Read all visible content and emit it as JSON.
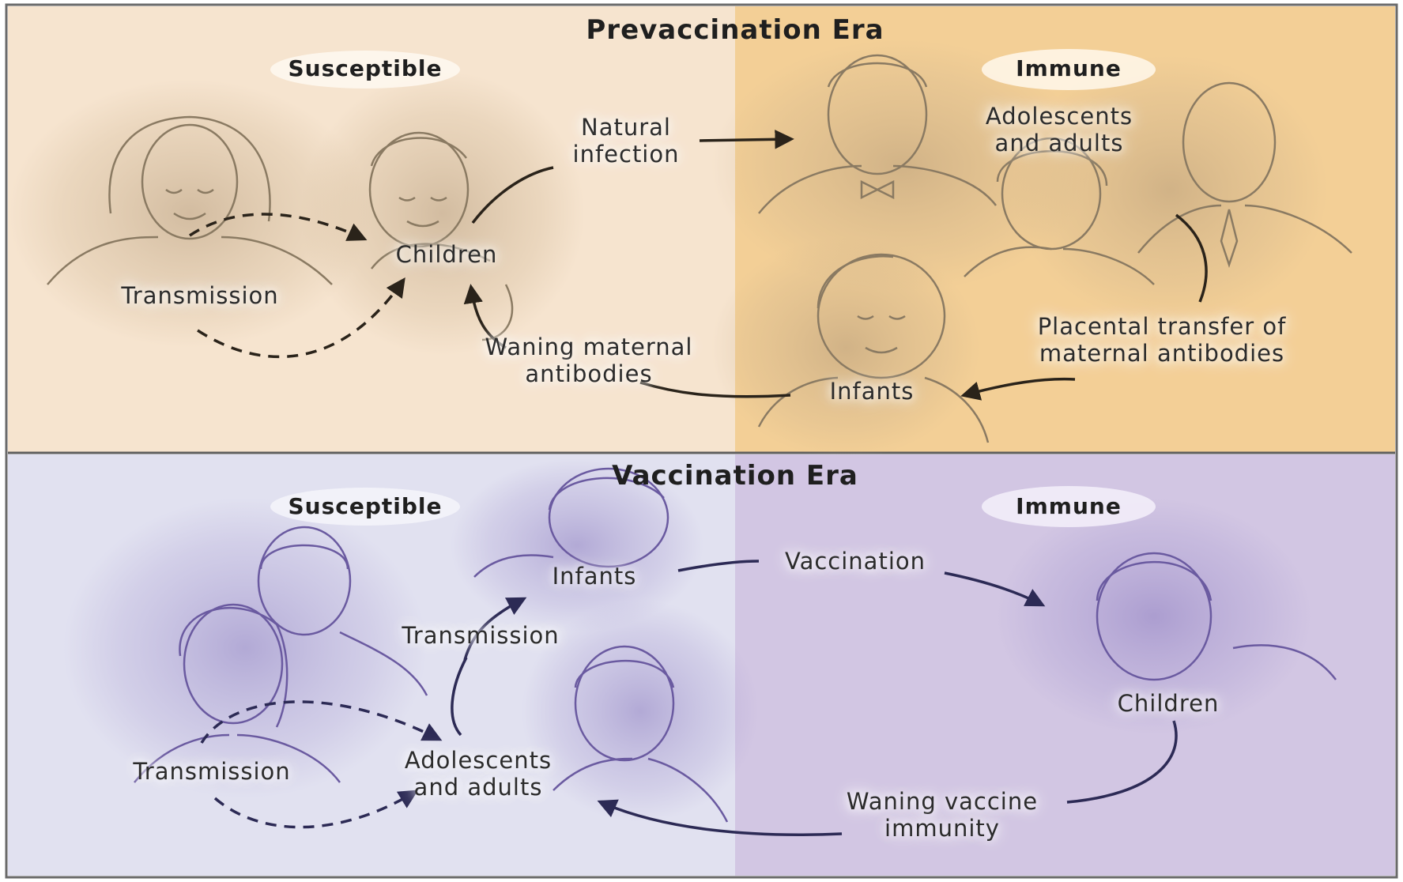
{
  "colors": {
    "prevacc_left": "#f6e4cf",
    "prevacc_right": "#f3cf96",
    "vacc_left": "#e1e1f0",
    "vacc_right": "#d2c6e3",
    "sketch_warm": "#8a7a62",
    "sketch_cool": "#6a5aa0",
    "arrow_warm": "#2a231a",
    "arrow_cool": "#2c2a55"
  },
  "prevaccination": {
    "title": "Prevaccination Era",
    "susceptible": "Susceptible",
    "immune": "Immune",
    "natural_infection": [
      "Natural",
      "infection"
    ],
    "children": "Children",
    "transmission": "Transmission",
    "adolescents_adults": [
      "Adolescents",
      "and adults"
    ],
    "placental_transfer": [
      "Placental transfer of",
      "maternal antibodies"
    ],
    "waning_maternal": [
      "Waning maternal",
      "antibodies"
    ],
    "infants": "Infants"
  },
  "vaccination": {
    "title": "Vaccination Era",
    "susceptible": "Susceptible",
    "immune": "Immune",
    "infants": "Infants",
    "vaccination": "Vaccination",
    "transmission_upper": "Transmission",
    "transmission_lower": "Transmission",
    "adolescents_adults": [
      "Adolescents",
      "and adults"
    ],
    "children": "Children",
    "waning_vaccine": [
      "Waning vaccine",
      "immunity"
    ]
  }
}
